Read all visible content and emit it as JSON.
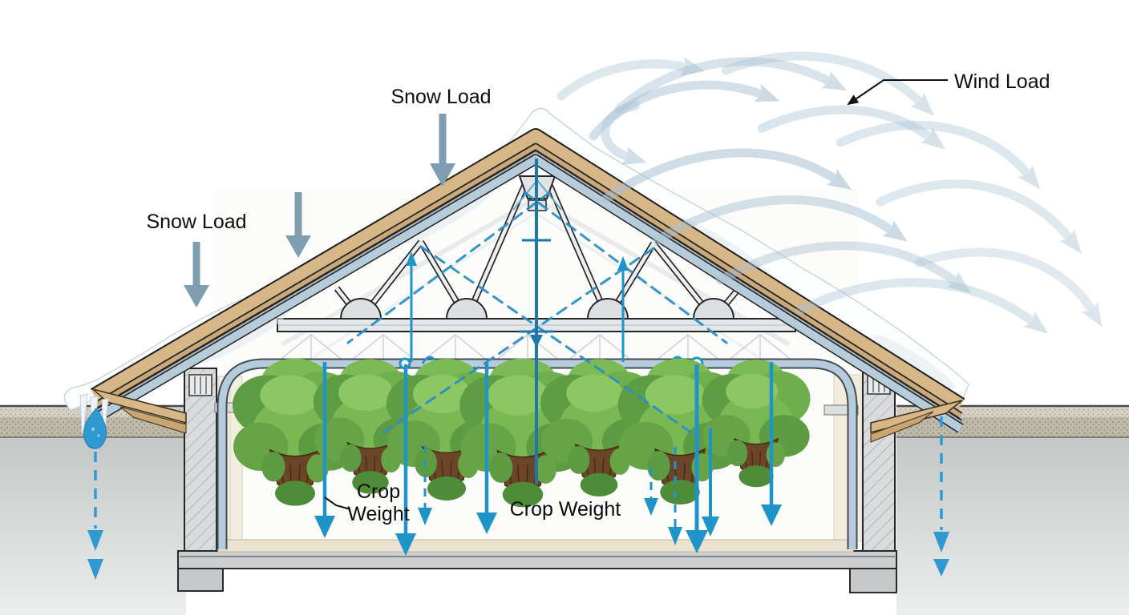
{
  "diagram": {
    "type": "greenhouse structural load cross-section",
    "labels": {
      "snow_load_top": "Snow Load",
      "snow_load_left": "Snow Load",
      "wind_load": "Wind Load",
      "crop_weight_left_line1": "Crop",
      "crop_weight_left_line2": "Weight",
      "crop_weight_right": "Crop Weight"
    },
    "colors": {
      "background": "#ffffff",
      "label_text": "#0d0d0d",
      "crop_load_arrow": "#1e94c9",
      "crop_load_center_line": "#1f78a8",
      "snow_load_arrow": "#7f9db1",
      "wind_arrow": "#a9c2d4",
      "leader_line": "#111111",
      "roof_wood": "#d7b688",
      "roof_liner_steel": "#b7ccda",
      "wall_concrete": "#d9dbdc",
      "ground_soil": "#c5c7c7",
      "soil_stipple_light": "#d6d2c6",
      "soil_stipple_dark": "#bdb9ab",
      "floor_tan": "#ebe2cf",
      "plant_foliage": "#6fb04c",
      "plant_basket": "#6b4527",
      "snow": "#fdfefe",
      "water_drop": "#2f9ad2"
    },
    "icons": {
      "snow-load-arrow-icon": "steel-blue downward arrow",
      "wind-swirl-arrow-icon": "translucent curved gust arrow",
      "crop-weight-arrow-icon": "blue downward load arrow",
      "seepage-arrow-icon": "blue dashed downward arrow into ground",
      "water-drop-icon": "meltwater droplet",
      "icicle-icon": "icicles at eave",
      "leader-arrow-icon": "black callout pointer",
      "hanging-plant-icon": "hanging basket crop"
    }
  }
}
